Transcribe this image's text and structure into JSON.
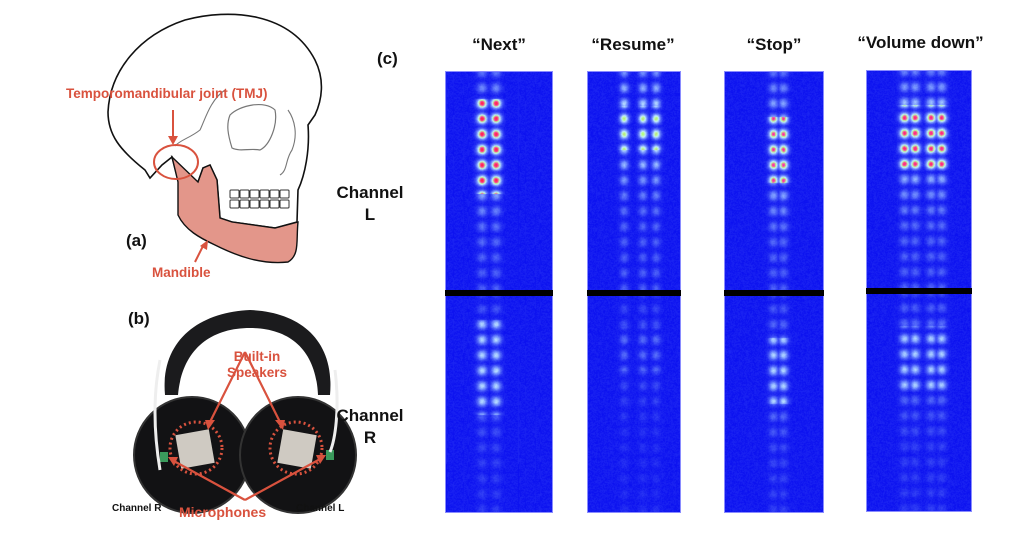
{
  "panel_a": {
    "tag": "(a)",
    "tmj_label": "Temporomandibular joint (TMJ)",
    "mandible_label": "Mandible"
  },
  "panel_b": {
    "tag": "(b)",
    "speakers_label_line1": "Built-in",
    "speakers_label_line2": "Speakers",
    "microphones_label": "Microphones",
    "channel_r_label": "Channel R",
    "channel_l_label": "Channel L"
  },
  "panel_c": {
    "tag": "(c)",
    "row_labels": [
      {
        "line1": "Channel",
        "line2": "L"
      },
      {
        "line1": "Channel",
        "line2": "R"
      }
    ],
    "columns": [
      {
        "title": "“Next”",
        "pattern": "next"
      },
      {
        "title": "“Resume”",
        "pattern": "resume"
      },
      {
        "title": "“Stop”",
        "pattern": "stop"
      },
      {
        "title": "“Volume down”",
        "pattern": "volume"
      }
    ]
  },
  "colors": {
    "annotation_red": "#d9523e",
    "mandible_fill": "#e3968a",
    "spectrogram_bg": "#0a0ff0"
  }
}
